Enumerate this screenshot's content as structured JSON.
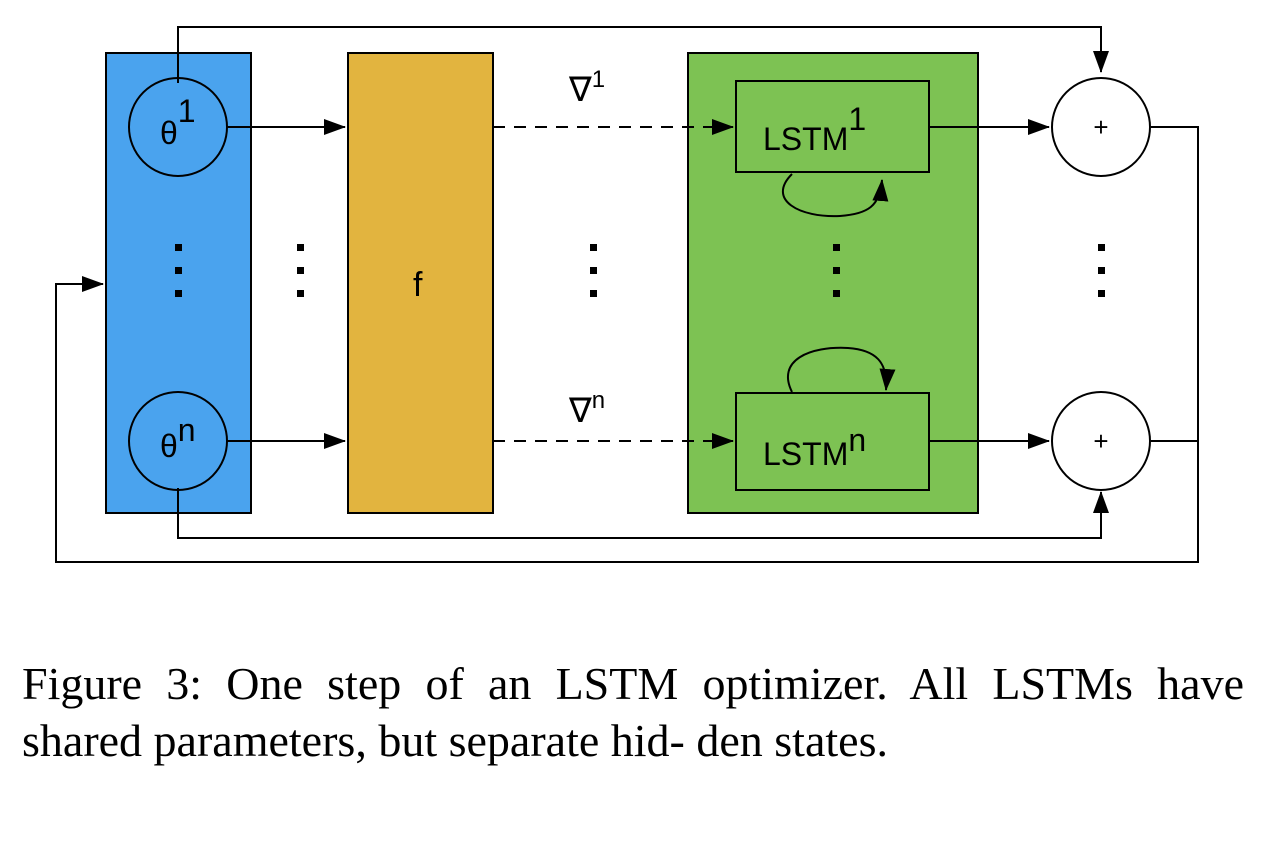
{
  "diagram": {
    "colors": {
      "theta_block": "#4aa3ee",
      "f_block": "#e2b43f",
      "lstm_block": "#7dc253",
      "stroke": "#000000"
    },
    "theta_top": {
      "base": "θ",
      "sup": "1"
    },
    "theta_bottom": {
      "base": "θ",
      "sup": "n"
    },
    "f_label": "f",
    "grad_top": {
      "base": "∇",
      "sup": "1"
    },
    "grad_bottom": {
      "base": "∇",
      "sup": "n"
    },
    "lstm_top": {
      "base": "LSTM",
      "sup": "1"
    },
    "lstm_bottom": {
      "base": "LSTM",
      "sup": "n"
    },
    "plus_top": "+",
    "plus_bottom": "+"
  },
  "caption": {
    "text": "Figure 3: One step of an LSTM optimizer. All LSTMs have shared parameters, but separate hid- den states."
  }
}
